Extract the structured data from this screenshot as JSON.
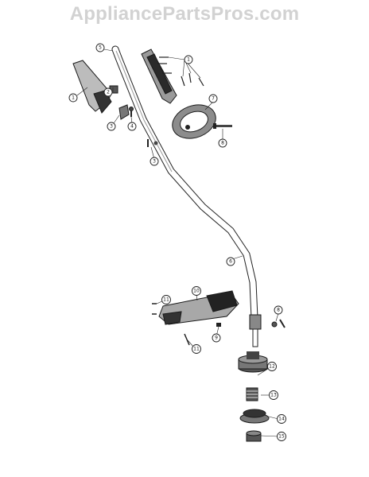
{
  "watermark": "AppliancePartsPros.com",
  "callouts": [
    "1",
    "2",
    "3",
    "4",
    "5",
    "1",
    "7",
    "8",
    "3",
    "6",
    "10",
    "11",
    "9",
    "11",
    "8",
    "12",
    "13",
    "14",
    "15"
  ]
}
